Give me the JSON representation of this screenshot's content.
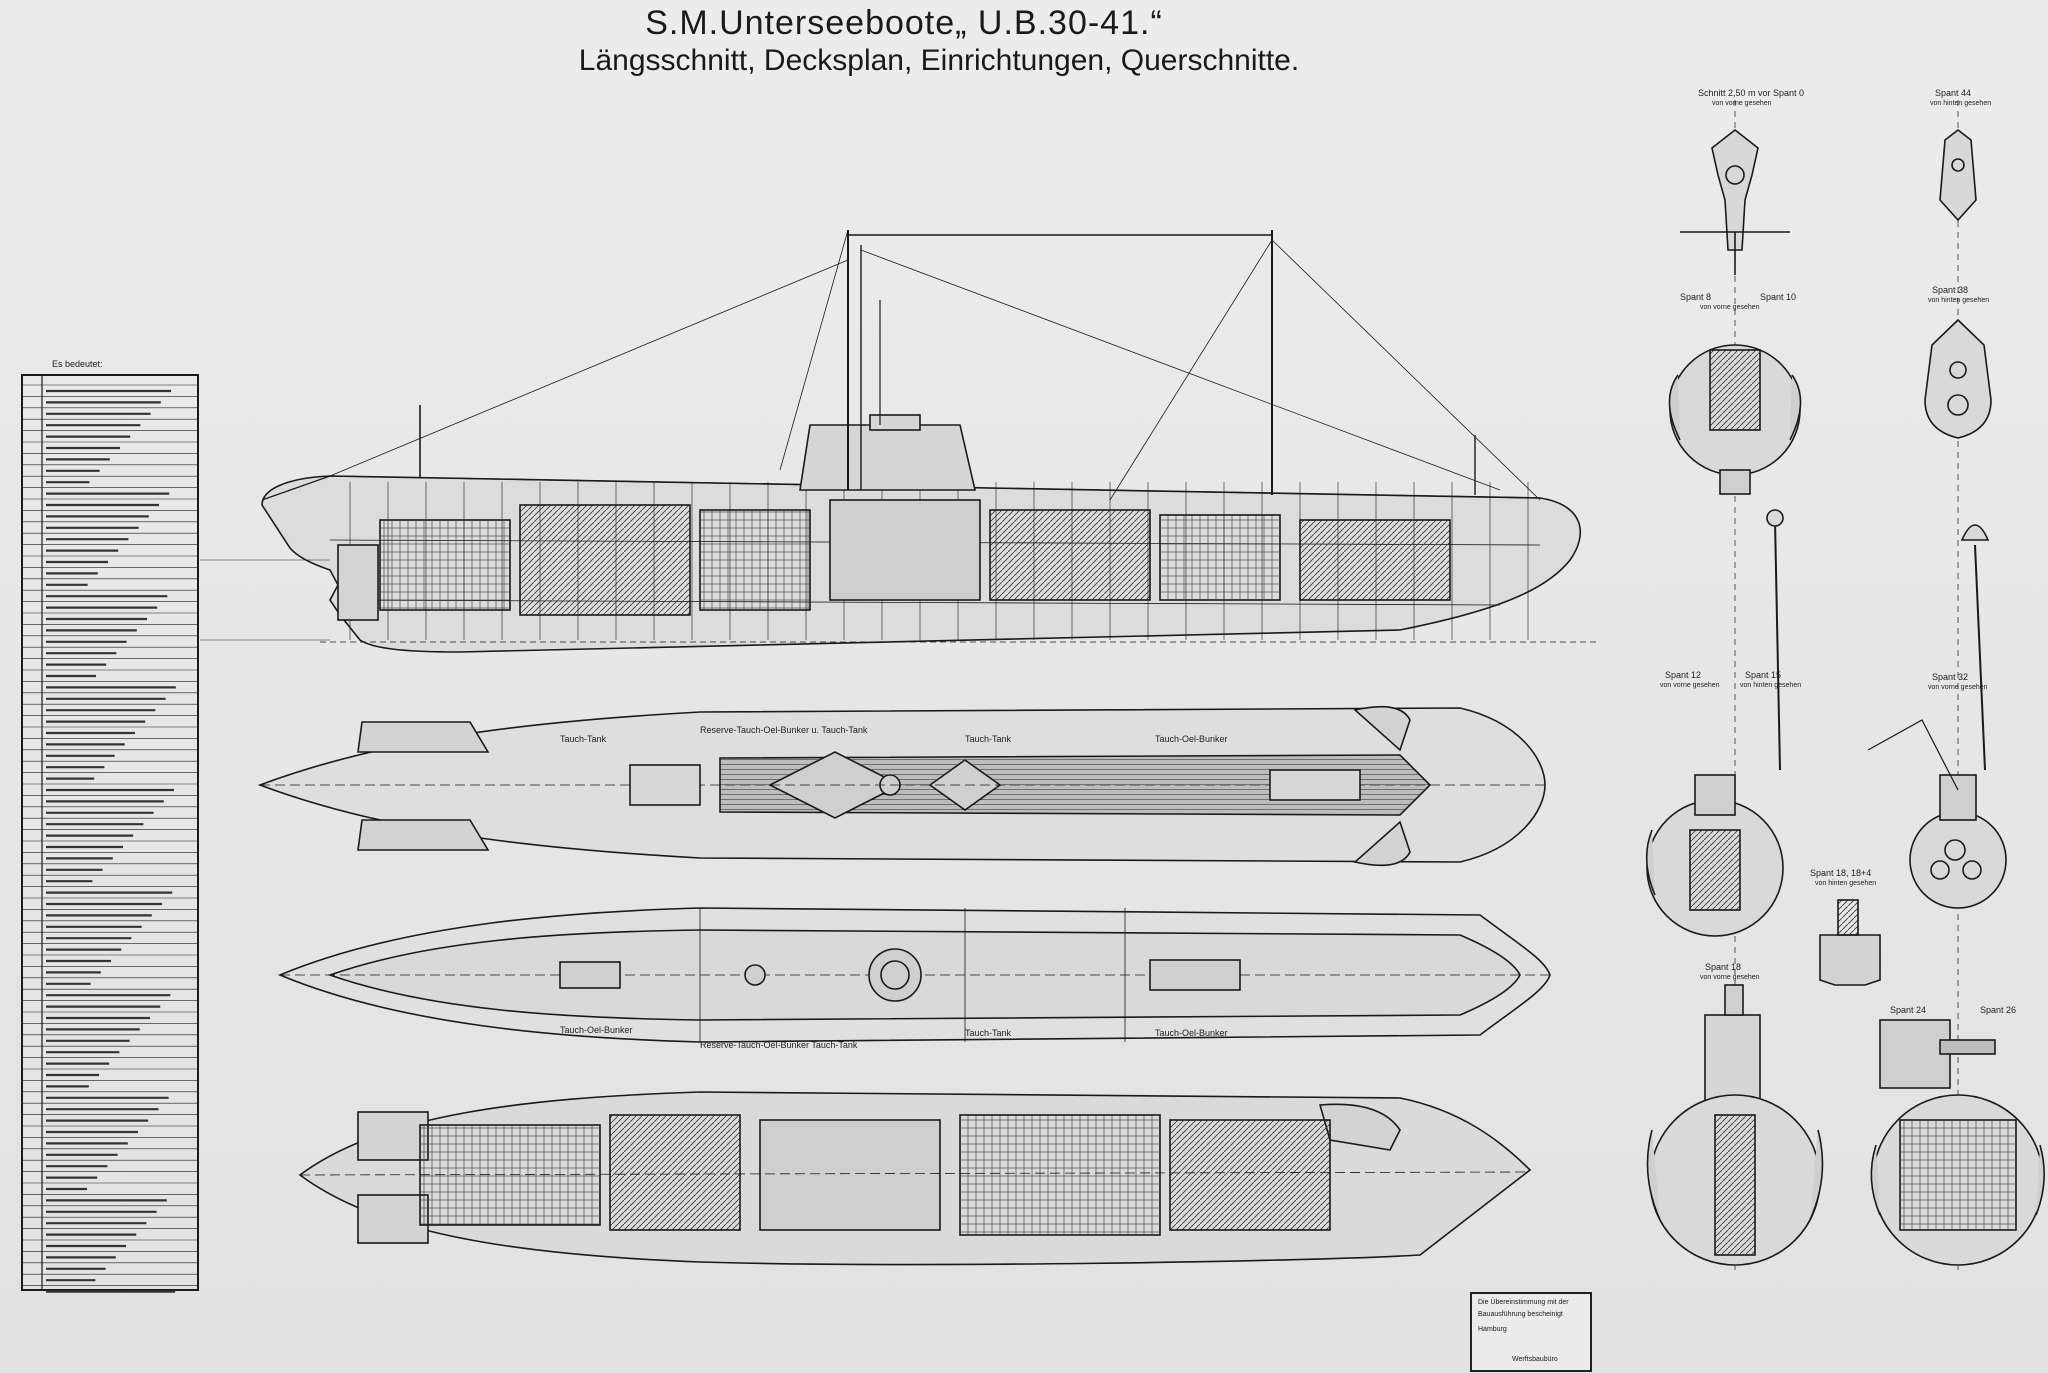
{
  "title": "S.M.Unterseeboote„ U.B.30-41.“",
  "subtitle": "Längsschnitt, Decksplan, Einrichtungen, Querschnitte.",
  "legend": {
    "heading": "Es bedeutet:"
  },
  "views": {
    "deck_plan_labels": {
      "top_1": "Tauch-Tank",
      "top_2": "Reserve-Tauch-Oel-Bunker u. Tauch-Tank",
      "top_3": "Tauch-Tank",
      "top_4": "Tauch-Oel-Bunker",
      "bottom_1": "Tauch-Oel-Bunker",
      "bottom_2": "Reserve-Tauch-Oel-Bunker Tauch-Tank",
      "bottom_3": "Tauch-Tank",
      "bottom_4": "Tauch-Oel-Bunker"
    }
  },
  "sections": {
    "s1": "Schnitt 2,50 m vor Spant 0",
    "s1_sub": "von vorne gesehen",
    "s2": "Spant 44",
    "s2_sub": "von hinten gesehen",
    "s3a": "Spant 8",
    "s3b": "Spant 10",
    "s3_sub": "von vorne gesehen",
    "s4": "Spant 38",
    "s4_sub": "von hinten gesehen",
    "s5a": "Spant 12",
    "s5b": "Spant 15",
    "s5_sub_a": "von vorne gesehen",
    "s5_sub_b": "von hinten gesehen",
    "s6": "Spant 32",
    "s6_sub": "von vorne gesehen",
    "s7": "Spant 18, 18+4",
    "s7_sub": "von hinten gesehen",
    "s8": "Spant 18",
    "s8_sub": "von vorne gesehen",
    "s9a": "Spant 24",
    "s9b": "Spant 26"
  },
  "stamp": {
    "line1": "Die Übereinstimmung mit der",
    "line2": "Bauausführung bescheinigt",
    "line3": "Hamburg",
    "line4": "Werftsbaubüro"
  }
}
